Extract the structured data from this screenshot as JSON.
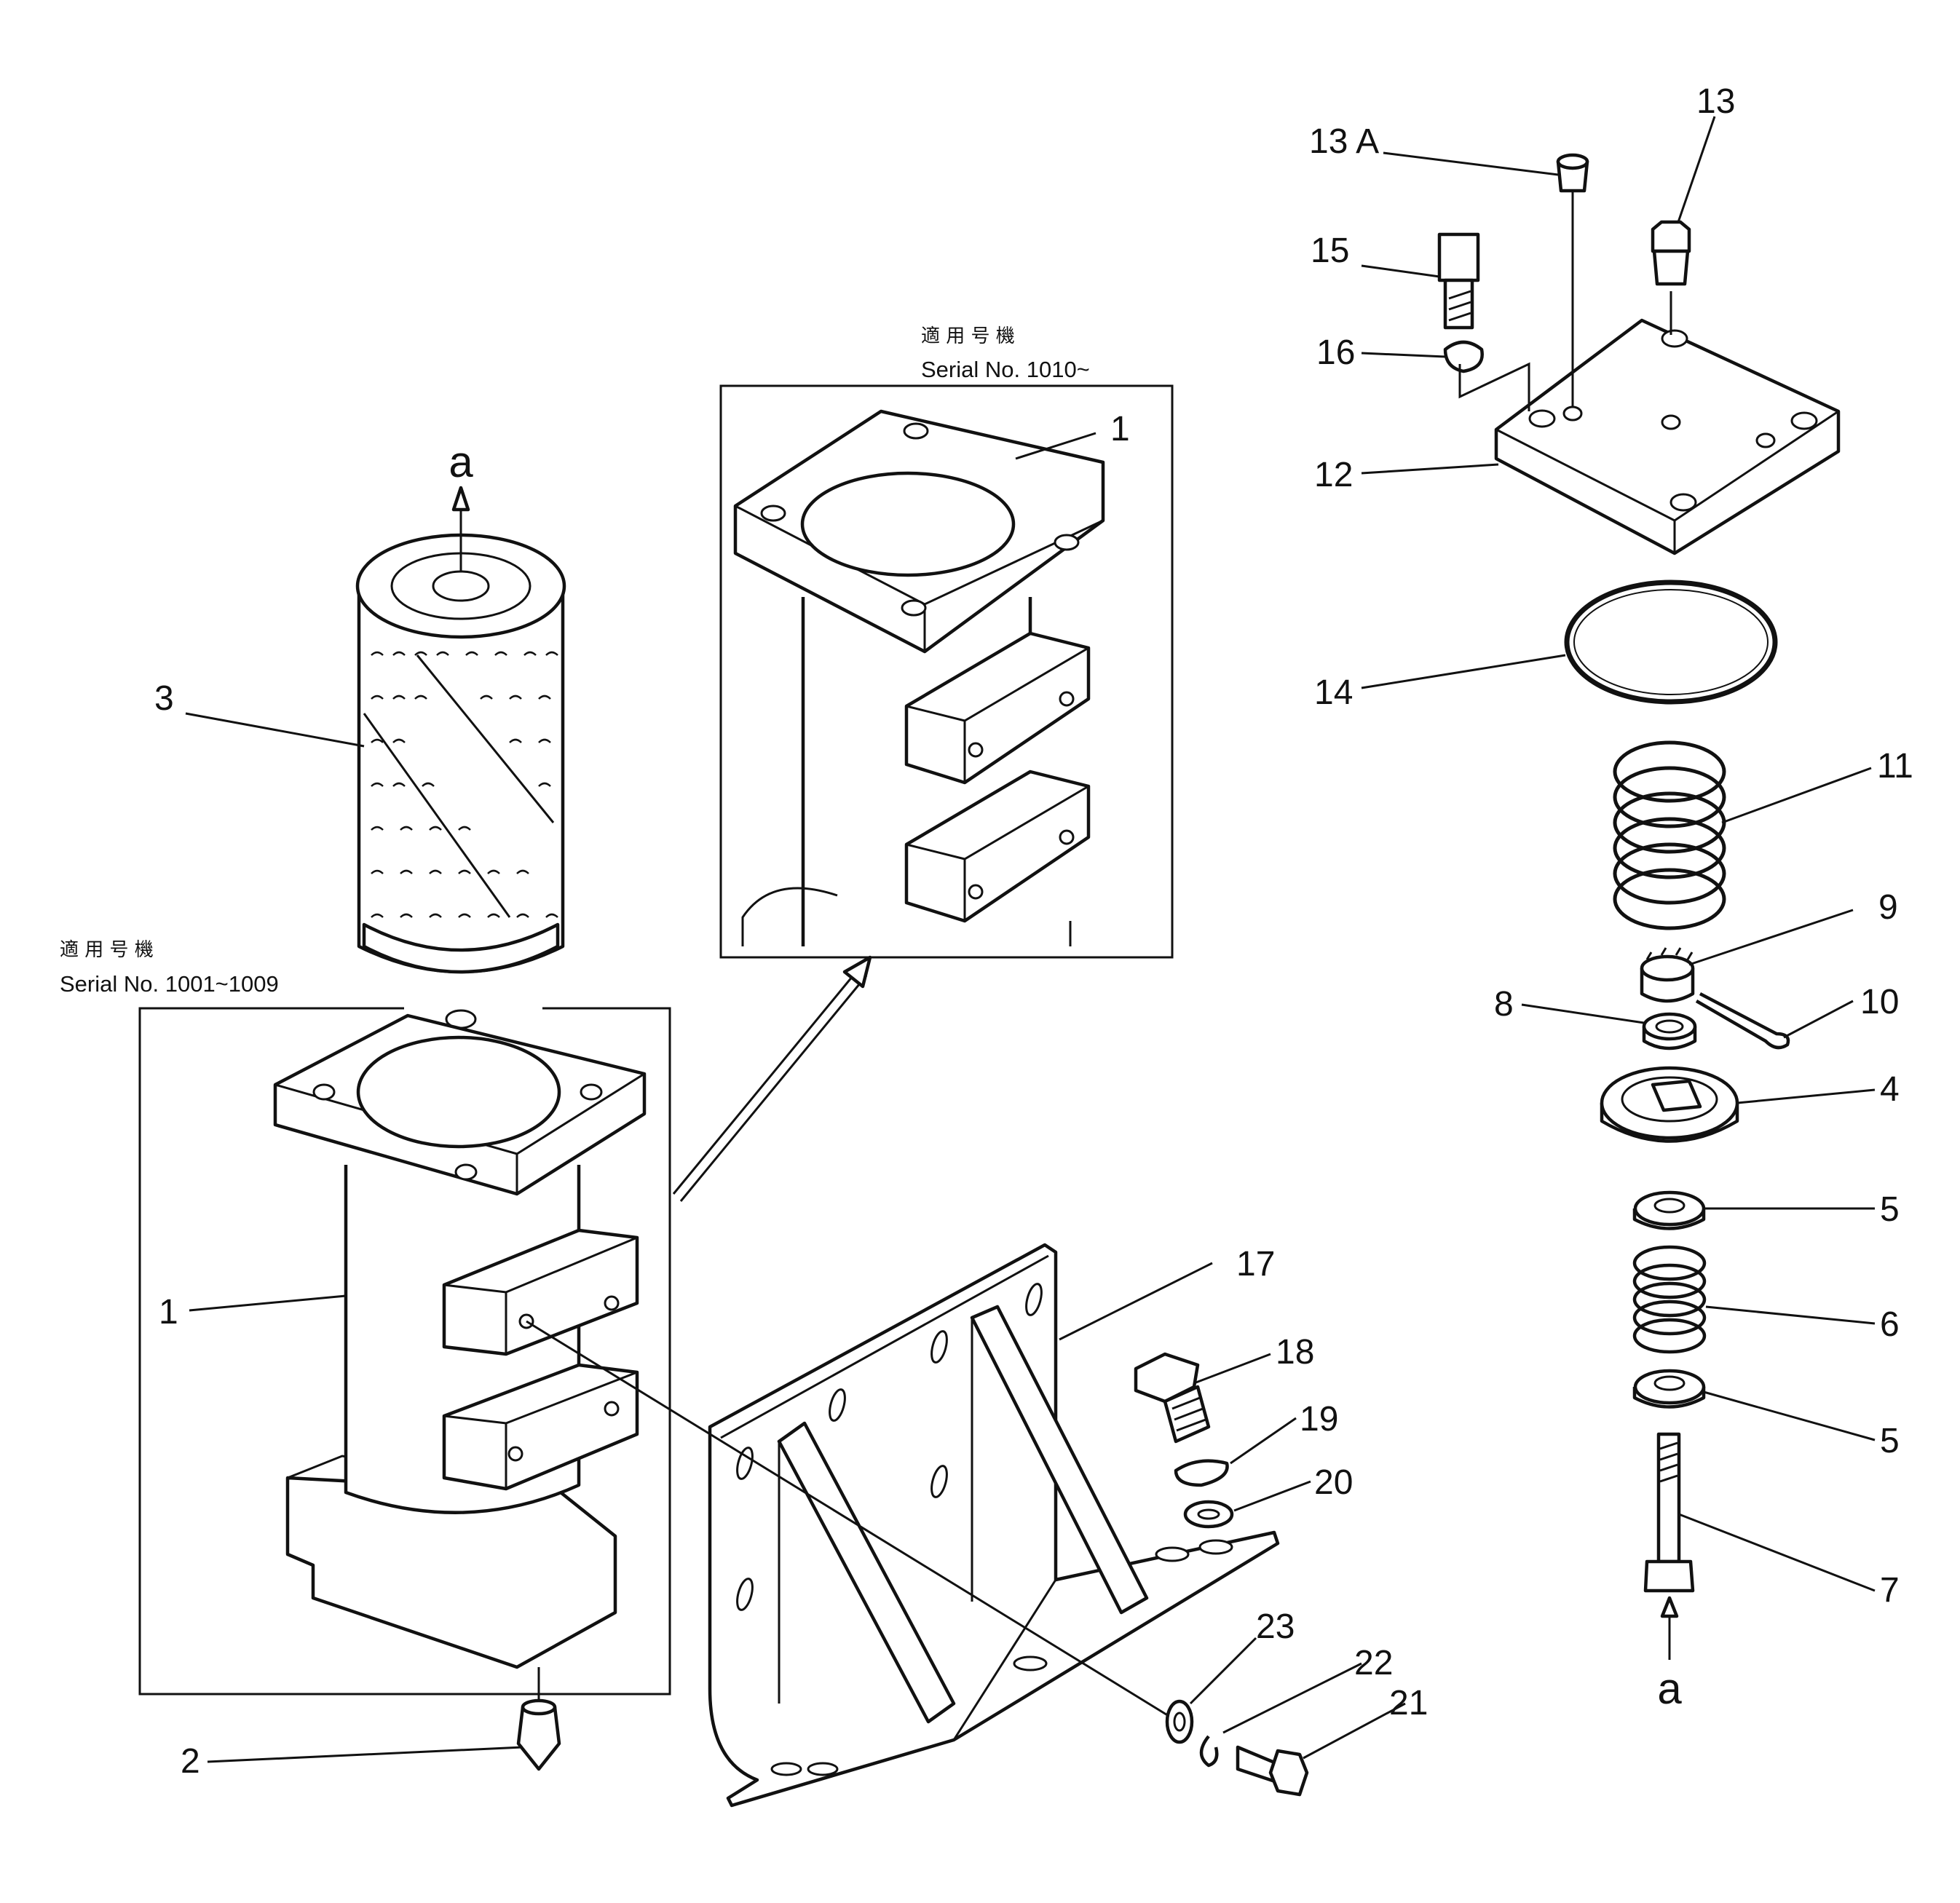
{
  "labels": {
    "p1a": "1",
    "p1b": "1",
    "p2": "2",
    "p3": "3",
    "p4": "4",
    "p5a": "5",
    "p5b": "5",
    "p6": "6",
    "p7": "7",
    "p8": "8",
    "p9": "9",
    "p10": "10",
    "p11": "11",
    "p12": "12",
    "p13": "13",
    "p13a": "13 A",
    "p14": "14",
    "p15": "15",
    "p16": "16",
    "p17": "17",
    "p18": "18",
    "p19": "19",
    "p20": "20",
    "p21": "21",
    "p22": "22",
    "p23": "23",
    "a_top": "a",
    "a_bottom": "a"
  },
  "serial_boxes": {
    "left": {
      "jp": "適 用 号 機",
      "text": "Serial No. 1001~1009"
    },
    "right": {
      "jp": "適 用 号 機",
      "text": "Serial No. 1010~"
    }
  }
}
